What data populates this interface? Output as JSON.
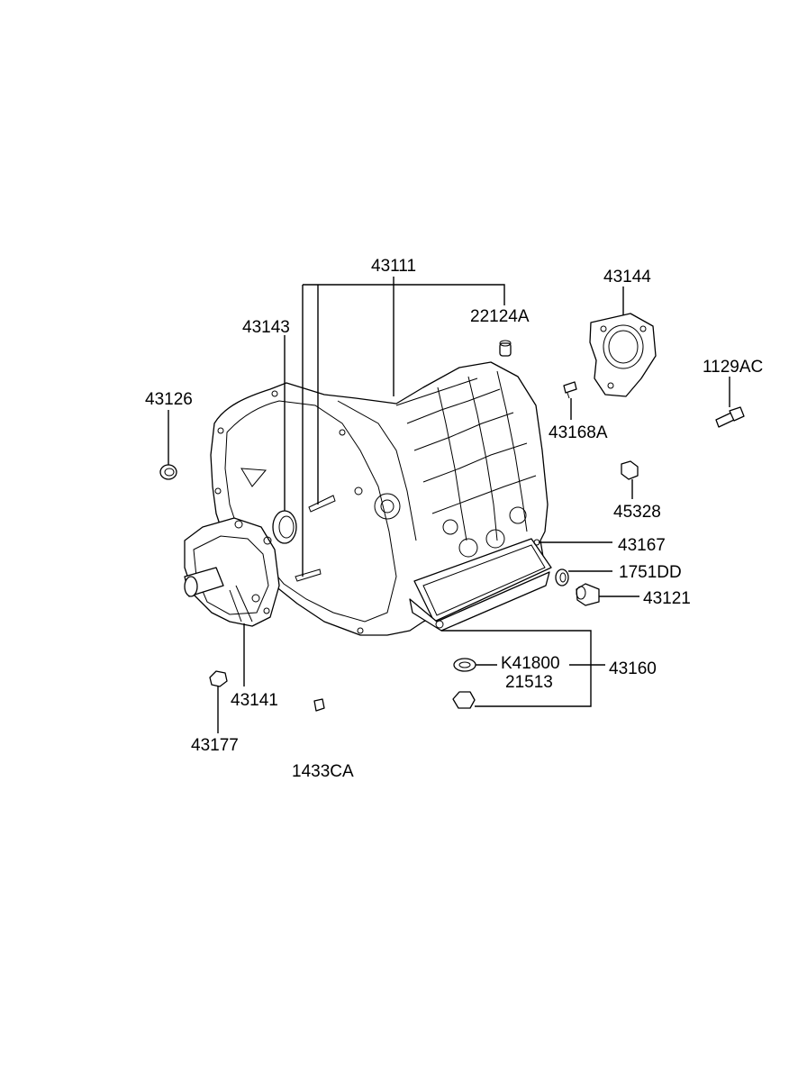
{
  "diagram": {
    "labels": {
      "p43111": "43111",
      "p43144": "43144",
      "p22124A": "22124A",
      "p43143": "43143",
      "p1129AC": "1129AC",
      "p43126": "43126",
      "p43168A": "43168A",
      "p45328": "45328",
      "p43167": "43167",
      "p1751DD": "1751DD",
      "p43121": "43121",
      "pK41800": "K41800",
      "p43160": "43160",
      "p21513": "21513",
      "p43141": "43141",
      "p43177": "43177",
      "p1433CA": "1433CA"
    }
  }
}
